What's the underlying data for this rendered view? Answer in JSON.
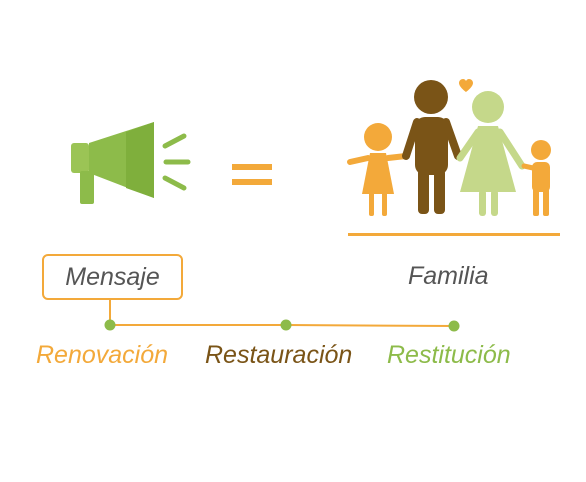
{
  "colors": {
    "accent_orange": "#F3A93A",
    "green_light": "#8DBB4A",
    "green_pale": "#C5D88A",
    "brown": "#7A5417",
    "gray_text": "#555555"
  },
  "icons": {
    "megaphone": "megaphone-icon",
    "equals": "equals-icon",
    "family": "family-icon",
    "heart": "heart-icon"
  },
  "labels": {
    "mensaje": "Mensaje",
    "familia": "Familia",
    "renovacion": "Renovación",
    "restauracion": "Restauración",
    "restitucion": "Restitución"
  }
}
